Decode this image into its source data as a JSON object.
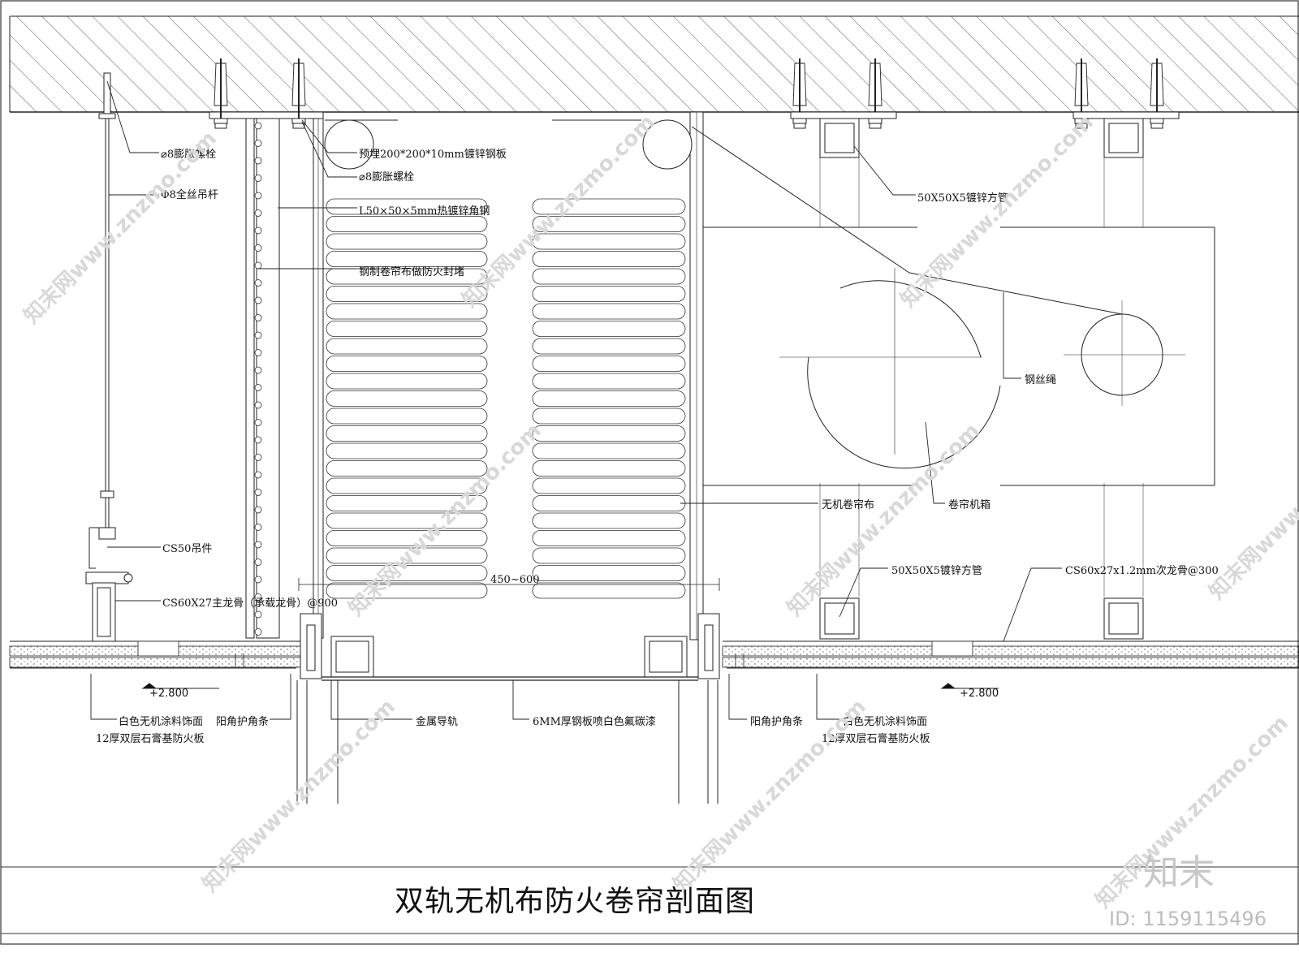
{
  "title": "双轨无机布防火卷帘剖面图",
  "labels": {
    "expansion_bolt_left": "⌀8膨胀螺栓",
    "rod": "Φ8全丝吊杆",
    "embed_plate": "预埋200*200*10mm镀锌钢板",
    "expansion_bolt_center": "⌀8膨胀螺栓",
    "angle_steel": "L50×50×5mm热镀锌角钢",
    "steel_curtain": "钢制卷帘布做防火封堵",
    "square_tube_top": "50X50X5镀锌方管",
    "wire_rope": "钢丝绳",
    "inorganic_cloth": "无机卷帘布",
    "box": "卷帘机箱",
    "hanger": "CS50吊件",
    "main_keel": "CS60X27主龙骨（承载龙骨）@900",
    "square_tube_bottom": "50X50X5镀锌方管",
    "sub_keel": "CS60x27x1.2mm次龙骨@300",
    "span": "450~600",
    "elev_left": "+2.800",
    "elev_right": "+2.800",
    "finish_left": "白色无机涂料饰面",
    "board_left": "12厚双层石膏基防火板",
    "corner_left": "阳角护角条",
    "rail": "金属导轨",
    "steel_plate": "6MM厚钢板喷白色氟碳漆",
    "corner_right": "阳角护角条",
    "finish_right": "白色无机涂料饰面",
    "board_right": "12厚双层石膏基防火板"
  },
  "watermark": {
    "text": "知末网www.znzmo.com",
    "brand": "知末",
    "id": "ID: 1159115496"
  }
}
